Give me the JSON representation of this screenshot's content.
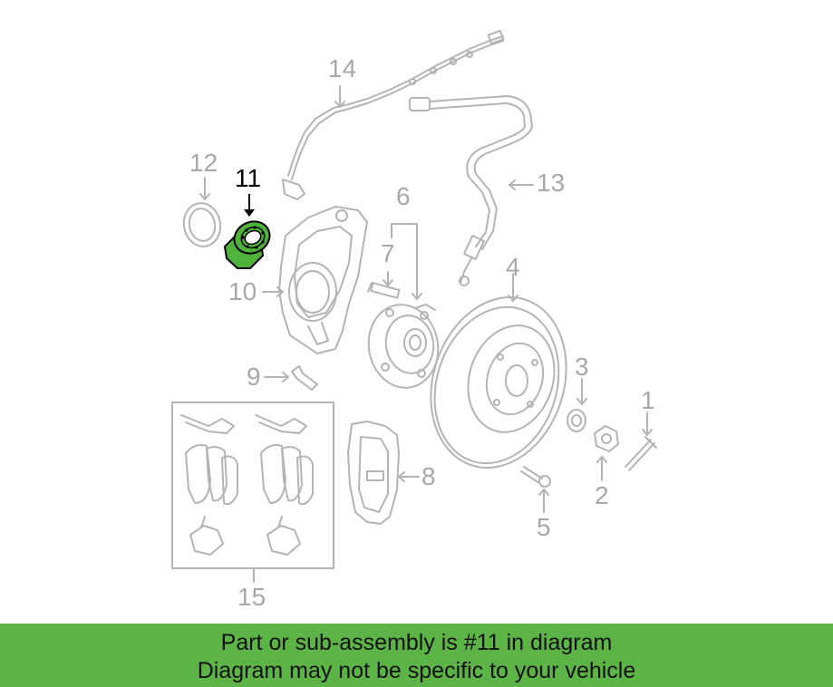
{
  "diagram": {
    "callouts": {
      "c1": "1",
      "c2": "2",
      "c3": "3",
      "c4": "4",
      "c5": "5",
      "c6": "6",
      "c7": "7",
      "c8": "8",
      "c9": "9",
      "c10": "10",
      "c11": "11",
      "c12": "12",
      "c13": "13",
      "c14": "14",
      "c15": "15"
    },
    "highlighted_part": "11",
    "colors": {
      "line_art": "#b4b4b4",
      "highlight_fill": "#4fb33b",
      "highlight_stroke": "#000000",
      "active_label": "#000000"
    }
  },
  "footer": {
    "line1": "Part or sub-assembly is #11 in diagram",
    "line2": "Diagram may not be specific to your vehicle",
    "background": "#5cb346"
  }
}
